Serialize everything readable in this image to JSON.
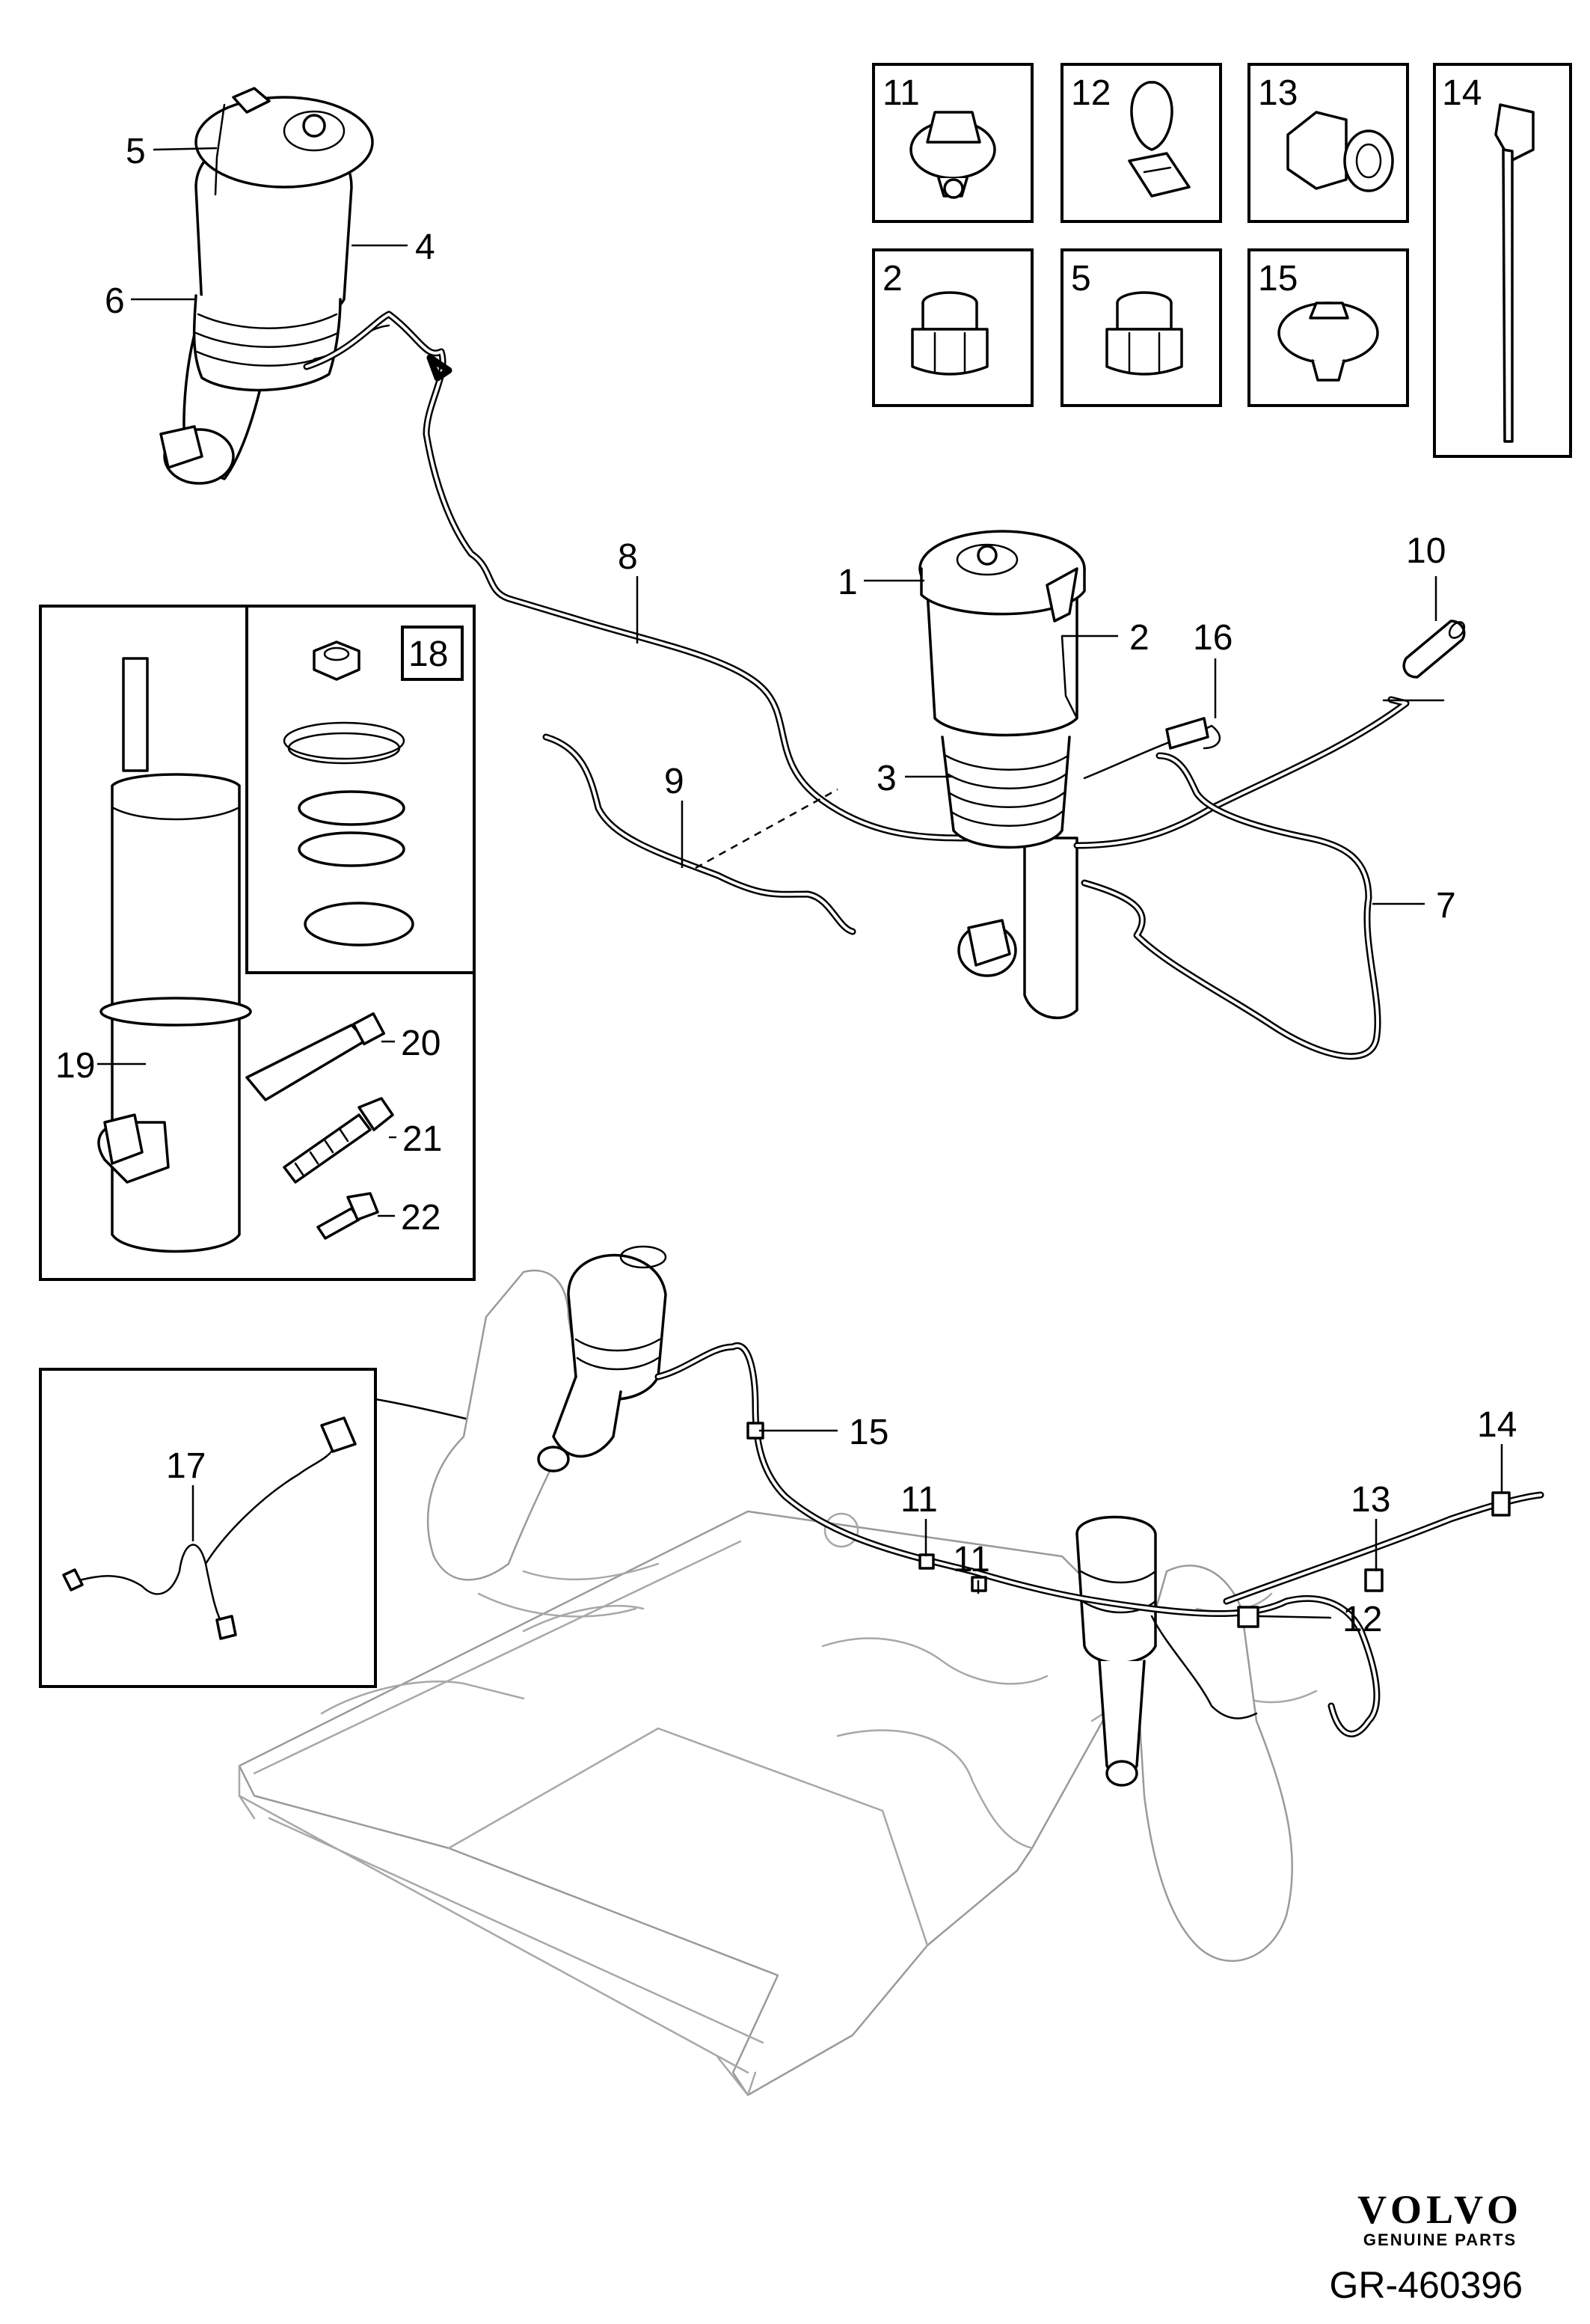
{
  "callouts": {
    "c1": "1",
    "c2": "2",
    "c3": "3",
    "c4": "4",
    "c5": "5",
    "c6": "6",
    "c7": "7",
    "c8": "8",
    "c9": "9",
    "c10": "10",
    "c11": "11",
    "c11b": "11",
    "c12": "12",
    "c13": "13",
    "c14": "14",
    "c15": "15",
    "c16": "16",
    "c17": "17",
    "c19": "19",
    "c20": "20",
    "c21": "21",
    "c22": "22"
  },
  "inset_boxes": {
    "b11": "11",
    "b12": "12",
    "b13": "13",
    "b14": "14",
    "b2": "2",
    "b5": "5",
    "b15": "15",
    "b18": "18"
  },
  "brand": {
    "name": "VOLVO",
    "tagline": "GENUINE PARTS"
  },
  "drawing_ref": "GR-460396",
  "colors": {
    "line": "#000000",
    "ghost": "#9a9a9a",
    "background": "#ffffff"
  },
  "icons": [
    "air-spring-strut-icon",
    "shock-absorber-icon",
    "clip-icon",
    "cable-tie-icon",
    "plug-icon",
    "o-ring-icon",
    "grease-tube-icon",
    "bolt-icon",
    "cable-harness-icon",
    "subframe-icon"
  ]
}
